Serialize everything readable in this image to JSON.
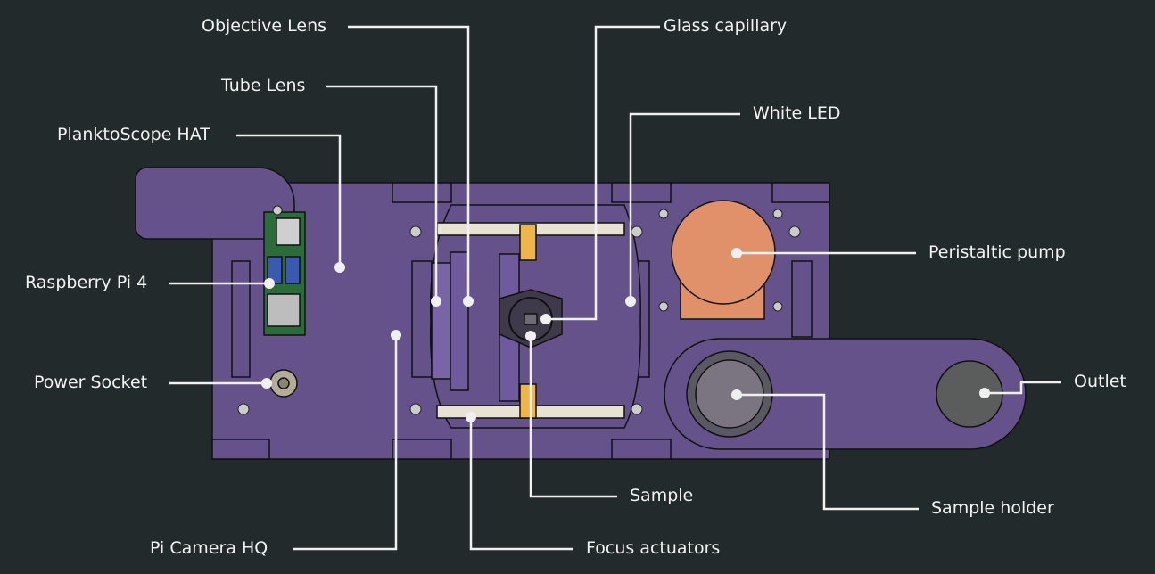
{
  "colors": {
    "background": "#222a2b",
    "body": "#66528a",
    "pump": "#e0916a",
    "leader": "#f0f0f0"
  },
  "labels": {
    "objective_lens": "Objective Lens",
    "glass_capillary": "Glass capillary",
    "tube_lens": "Tube Lens",
    "white_led": "White LED",
    "planktoscope_hat": "PlanktoScope HAT",
    "peristaltic_pump": "Peristaltic pump",
    "raspberry_pi": "Raspberry Pi 4",
    "power_socket": "Power Socket",
    "outlet": "Outlet",
    "sample_holder": "Sample holder",
    "sample": "Sample",
    "pi_camera": "Pi Camera HQ",
    "focus_actuators": "Focus actuators"
  }
}
